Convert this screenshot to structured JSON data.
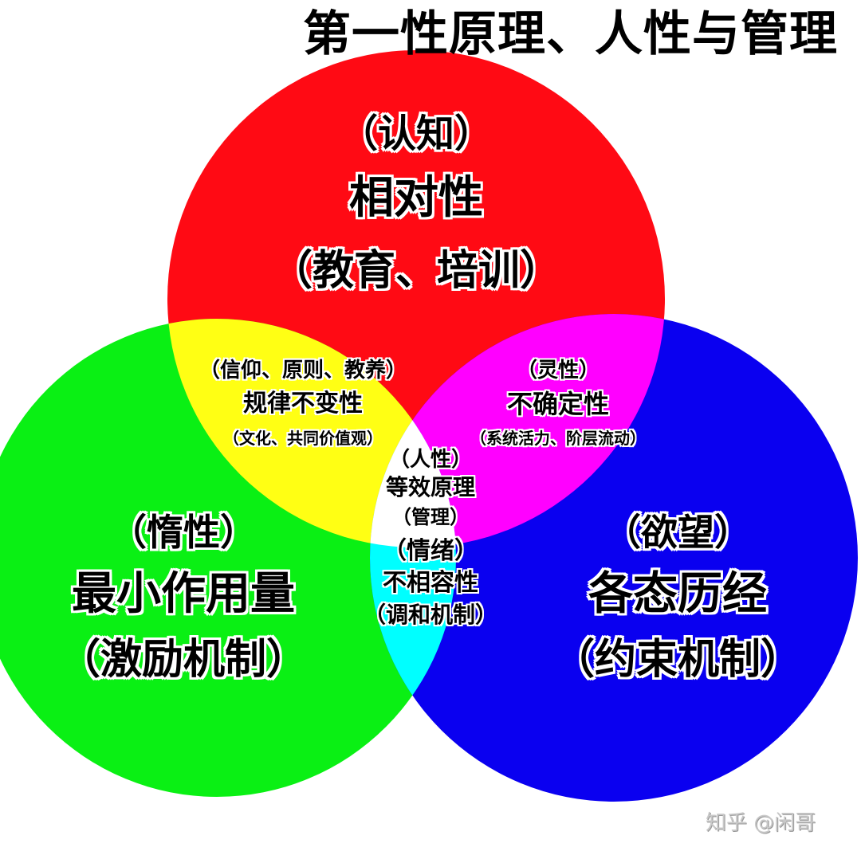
{
  "title": "第一性原理、人性与管理",
  "colors": {
    "red": "#ff0a14",
    "green": "#0af014",
    "blue": "#0a00f0",
    "yellow": "#ffff14",
    "magenta": "#ff00ff",
    "cyan": "#00ffff",
    "center": "#ffffff"
  },
  "regions": {
    "red": {
      "top": "（认知）",
      "main": "相对性",
      "bottom": "（教育、培训）"
    },
    "green": {
      "top": "（惰性）",
      "main": "最小作用量",
      "bottom": "（激励机制）"
    },
    "blue": {
      "top": "（欲望）",
      "main": "各态历经",
      "bottom": "（约束机制）"
    },
    "yellow": {
      "top": "（信仰、原则、教养）",
      "main": "规律不变性",
      "bottom": "（文化、共同价值观）"
    },
    "magenta": {
      "top": "（灵性）",
      "main": "不确定性",
      "bottom": "（系统活力、阶层流动）"
    },
    "center": {
      "top": "（人性）",
      "main": "等效原理",
      "bottom": "（管理）"
    },
    "cyan": {
      "top": "（情绪）",
      "main": "不相容性",
      "bottom": "（调和机制）"
    }
  },
  "watermark": "知乎 @闲哥"
}
